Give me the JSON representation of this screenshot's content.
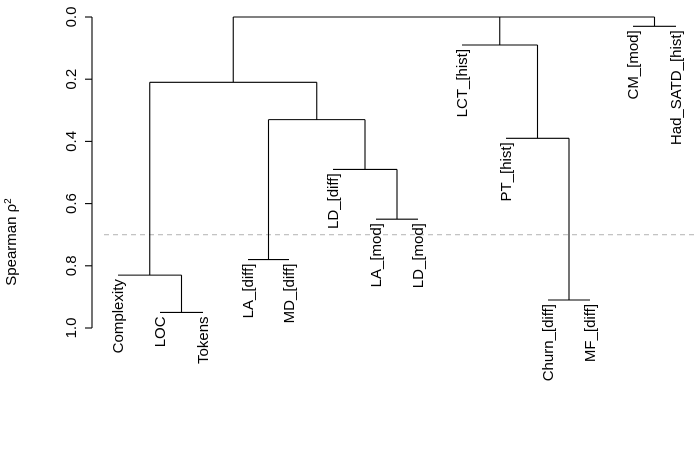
{
  "chart_data": {
    "type": "dendrogram",
    "ylabel": "Spearman ρ",
    "ylabel_sup": "2",
    "y_ticks": [
      "0.0",
      "0.2",
      "0.4",
      "0.6",
      "0.8",
      "1.0"
    ],
    "y_tick_values": [
      0.0,
      0.2,
      0.4,
      0.6,
      0.8,
      1.0
    ],
    "ylim": [
      0.0,
      1.0
    ],
    "y_reversed": true,
    "cutoff_line": 0.7,
    "leaves": [
      {
        "label": "Complexity",
        "attach": 0.83
      },
      {
        "label": "LOC",
        "attach": 0.95
      },
      {
        "label": "Tokens",
        "attach": 0.95
      },
      {
        "label": "LA_[diff]",
        "attach": 0.78
      },
      {
        "label": "MD_[diff]",
        "attach": 0.78
      },
      {
        "label": "LD_[diff]",
        "attach": 0.49
      },
      {
        "label": "LA_[mod]",
        "attach": 0.65
      },
      {
        "label": "LD_[mod]",
        "attach": 0.65
      },
      {
        "label": "LCT_[hist]",
        "attach": 0.09
      },
      {
        "label": "PT_[hist]",
        "attach": 0.39
      },
      {
        "label": "Churn_[diff]",
        "attach": 0.91
      },
      {
        "label": "MF_[diff]",
        "attach": 0.91
      },
      {
        "label": "CM_[mod]",
        "attach": 0.03
      },
      {
        "label": "Had_SATD_[hist]",
        "attach": 0.03
      }
    ],
    "merges": [
      {
        "children": [
          "Complexity",
          [
            "LOC",
            "Tokens"
          ]
        ],
        "height": 0.83
      },
      {
        "children": [
          "LOC",
          "Tokens"
        ],
        "height": 0.95
      },
      {
        "children": [
          "LA_[diff]",
          "MD_[diff]"
        ],
        "height": 0.78
      },
      {
        "children": [
          "LA_[mod]",
          "LD_[mod]"
        ],
        "height": 0.65
      },
      {
        "children": [
          "LD_[diff]",
          [
            "LA_[mod]",
            "LD_[mod]"
          ]
        ],
        "height": 0.49
      },
      {
        "children": [
          [
            "LA_[diff]",
            "MD_[diff]"
          ],
          [
            "LD_[diff]",
            "LA_[mod]",
            "LD_[mod]"
          ]
        ],
        "height": 0.33
      },
      {
        "children": [
          [
            "Complexity",
            "LOC",
            "Tokens"
          ],
          [
            "LA_[diff]",
            "MD_[diff]",
            "LD_[diff]",
            "LA_[mod]",
            "LD_[mod]"
          ]
        ],
        "height": 0.21
      },
      {
        "children": [
          "Churn_[diff]",
          "MF_[diff]"
        ],
        "height": 0.91
      },
      {
        "children": [
          "PT_[hist]",
          [
            "Churn_[diff]",
            "MF_[diff]"
          ]
        ],
        "height": 0.39
      },
      {
        "children": [
          "LCT_[hist]",
          [
            "PT_[hist]",
            "Churn_[diff]",
            "MF_[diff]"
          ]
        ],
        "height": 0.09
      },
      {
        "children": [
          "CM_[mod]",
          "Had_SATD_[hist]"
        ],
        "height": 0.03
      },
      {
        "children": [
          [
            "Complexity",
            "LOC",
            "Tokens",
            "LA_[diff]",
            "MD_[diff]",
            "LD_[diff]",
            "LA_[mod]",
            "LD_[mod]"
          ],
          [
            "LCT_[hist]",
            "PT_[hist]",
            "Churn_[diff]",
            "MF_[diff]"
          ]
        ],
        "height": 0.0
      },
      {
        "children": [
          [
            "Complexity",
            "LOC",
            "Tokens",
            "LA_[diff]",
            "MD_[diff]",
            "LD_[diff]",
            "LA_[mod]",
            "LD_[mod]",
            "LCT_[hist]",
            "PT_[hist]",
            "Churn_[diff]",
            "MF_[diff]"
          ],
          [
            "CM_[mod]",
            "Had_SATD_[hist]"
          ]
        ],
        "height": 0.0
      }
    ],
    "colors": {
      "tree": "#000000",
      "cutoff": "#bbbbbb"
    }
  }
}
